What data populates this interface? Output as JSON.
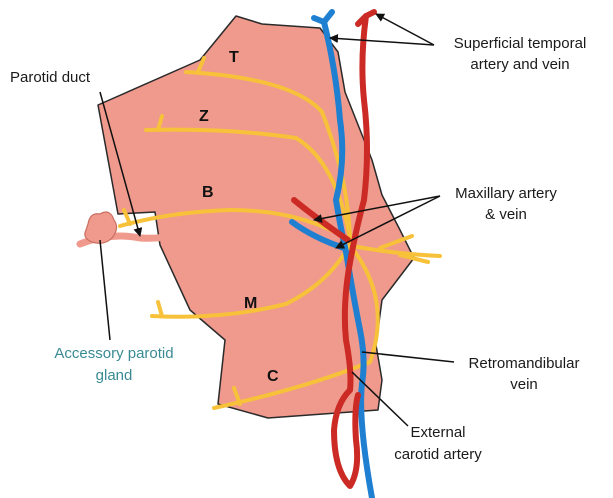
{
  "colors": {
    "gland_fill": "#ef9a8c",
    "gland_stroke": "#2a2a2a",
    "artery": "#cc2a24",
    "vein": "#1f7fd0",
    "nerve": "#f7c23a",
    "accessory_text": "#3a8a93",
    "pointer": "#111111"
  },
  "branches": {
    "temporal": "T",
    "zygomatic": "Z",
    "buccal": "B",
    "marginal_mandibular": "M",
    "cervical": "C"
  },
  "labels": {
    "parotid_duct": "Parotid duct",
    "superficial_temporal_1": "Superficial temporal",
    "superficial_temporal_2": "artery and vein",
    "maxillary_1": "Maxillary artery",
    "maxillary_2": "& vein",
    "accessory_1": "Accessory parotid",
    "accessory_2": "gland",
    "retromandibular_1": "Retromandibular",
    "retromandibular_2": "vein",
    "external_carotid_1": "External",
    "external_carotid_2": "carotid artery"
  }
}
